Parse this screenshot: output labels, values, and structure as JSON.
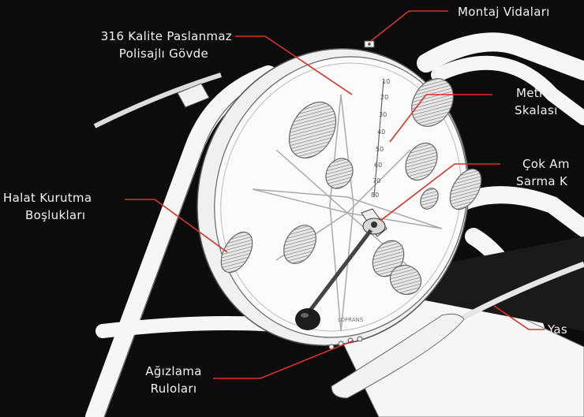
{
  "labels": {
    "mounting_screws": "Montaj Vidaları",
    "body_line1": "316 Kalite Paslanmaz",
    "body_line2": "Polisajlı Gövde",
    "scale_line1": "Metraj",
    "scale_line2": "Skalası",
    "handle_line1": "Çok Am",
    "handle_line2": "Sarma K",
    "drying_line1": "Halat Kurutma",
    "drying_line2": "Boşlukları",
    "rollers_line1": "Ağızlama",
    "rollers_line2": "Ruloları",
    "line_label": "Yas"
  },
  "scale_ticks": [
    "10",
    "20",
    "30",
    "40",
    "50",
    "60",
    "70",
    "80"
  ],
  "brand": "LOFRANS",
  "colors": {
    "background": "#0c0c0c",
    "leader_line": "#d8322a",
    "label_text": "#f2f2f2",
    "drawing": "#f4f4f4",
    "outline": "#555555"
  }
}
